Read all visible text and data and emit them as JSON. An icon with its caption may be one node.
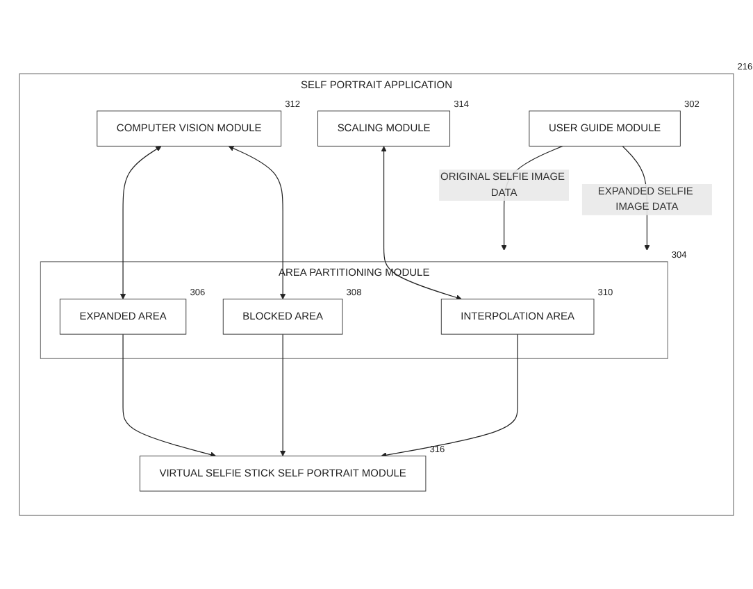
{
  "diagram": {
    "nodes": [
      {
        "text": [
          "SELF PORTRAIT APPLICATION"
        ],
        "beside": [
          "216"
        ]
      },
      {
        "text": [
          "COMPUTER VISION MODULE"
        ],
        "in": 0,
        "beside": [
          "312"
        ]
      },
      {
        "text": [
          "SCALING MODULE"
        ],
        "in": 0,
        "beside": [
          "314"
        ]
      },
      {
        "text": [
          "USER GUIDE MODULE"
        ],
        "in": 0,
        "beside": [
          "302"
        ]
      },
      {
        "text": [
          "AREA PARTITIONING MODULE"
        ],
        "in": 0,
        "beside": [
          "304"
        ]
      },
      {
        "text": [
          "EXPANDED AREA"
        ],
        "in": 4,
        "beside": [
          "306"
        ]
      },
      {
        "text": [
          "BLOCKED AREA"
        ],
        "in": 4,
        "beside": [
          "308"
        ]
      },
      {
        "text": [
          "INTERPOLATION AREA"
        ],
        "in": 4,
        "beside": [
          "310"
        ]
      },
      {
        "text": [
          "VIRTUAL SELFIE STICK SELF PORTRAIT MODULE"
        ],
        "in": 0,
        "beside": [
          "316"
        ]
      }
    ],
    "edges": [
      {
        "from": 1,
        "to": 5,
        "arrow": "both"
      },
      {
        "from": 1,
        "to": 6,
        "arrow": "both"
      },
      {
        "from": 2,
        "to": 7,
        "arrow": "both"
      },
      {
        "from": 3,
        "to": 4,
        "arrow": "to",
        "label": "ORIGINAL SELFIE IMAGE DATA"
      },
      {
        "from": 3,
        "to": 4,
        "arrow": "to",
        "label": "EXPANDED SELFIE IMAGE DATA"
      },
      {
        "from": 5,
        "to": 8,
        "arrow": "to"
      },
      {
        "from": 6,
        "to": 8,
        "arrow": "to"
      },
      {
        "from": 7,
        "to": 8,
        "arrow": "to"
      }
    ]
  }
}
